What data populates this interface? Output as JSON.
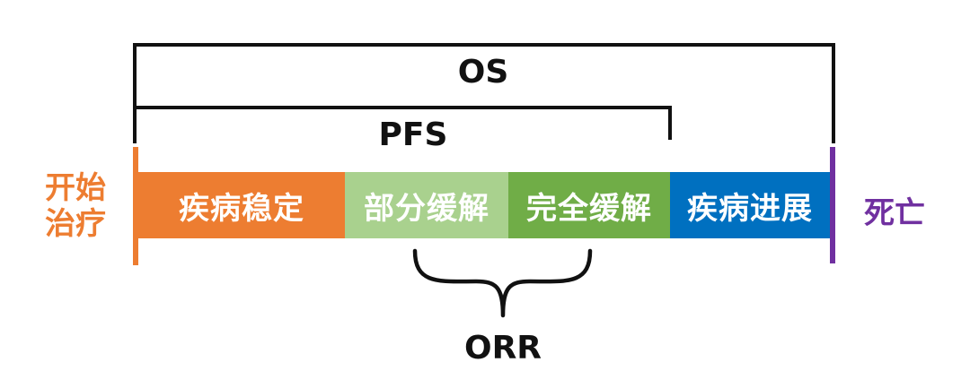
{
  "labels": {
    "os": "OS",
    "pfs": "PFS",
    "orr": "ORR",
    "start_line1": "开始",
    "start_line2": "治疗",
    "death": "死亡"
  },
  "segments": [
    {
      "label": "疾病稳定",
      "color": "#ed7d31"
    },
    {
      "label": "部分缓解",
      "color": "#a9d18e"
    },
    {
      "label": "完全缓解",
      "color": "#70ad47"
    },
    {
      "label": "疾病进展",
      "color": "#0070c0"
    }
  ],
  "colors": {
    "start": "#ed7d31",
    "death": "#7030a0",
    "bracket": "#111111"
  }
}
